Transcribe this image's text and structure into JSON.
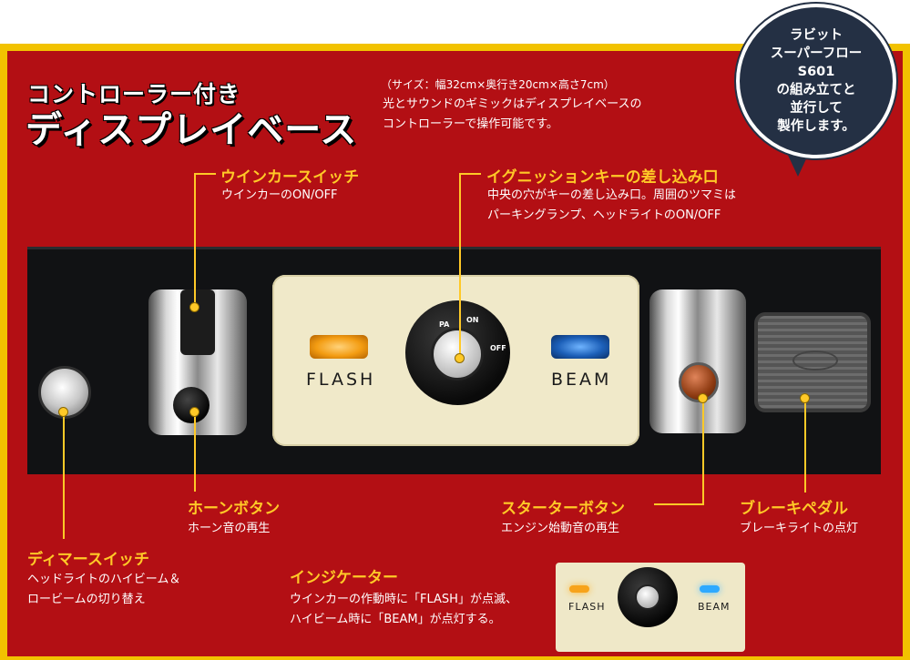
{
  "header": {
    "title_line1": "コントローラー付き",
    "title_line2": "ディスプレイベース",
    "size_note": "（サイズ：幅32cm×奥行き20cm×高さ7cm）",
    "intro": "光とサウンドのギミックはディスプレイベースの\nコントローラーで操作可能です。"
  },
  "bubble": {
    "text": "ラビット\nスーパーフロー\nS601\nの組み立てと\n並行して\n製作します。"
  },
  "callouts": {
    "winker": {
      "label": "ウインカースイッチ",
      "desc": "ウインカーのON/OFF"
    },
    "ignition": {
      "label": "イグニッションキーの差し込み口",
      "desc": "中央の穴がキーの差し込み口。周囲のツマミは\nパーキングランプ、ヘッドライトのON/OFF"
    },
    "horn": {
      "label": "ホーンボタン",
      "desc": "ホーン音の再生"
    },
    "starter": {
      "label": "スターターボタン",
      "desc": "エンジン始動音の再生"
    },
    "brake": {
      "label": "ブレーキペダル",
      "desc": "ブレーキライトの点灯"
    },
    "dimmer": {
      "label": "ディマースイッチ",
      "desc": "ヘッドライトのハイビーム＆\nロービームの切り替え"
    },
    "indicator": {
      "label": "インジケーター",
      "desc": "ウインカーの作動時に「FLASH」が点滅、\nハイビーム時に「BEAM」が点灯する。"
    }
  },
  "plate": {
    "flash": "FLASH",
    "beam": "BEAM",
    "ign_pa": "PA",
    "ign_on": "ON",
    "ign_off": "OFF"
  },
  "inset": {
    "flash": "FLASH",
    "beam": "BEAM"
  },
  "colors": {
    "panel": "#b30f14",
    "frame": "#f2c200",
    "label": "#ffc927",
    "bubble": "#243044"
  }
}
